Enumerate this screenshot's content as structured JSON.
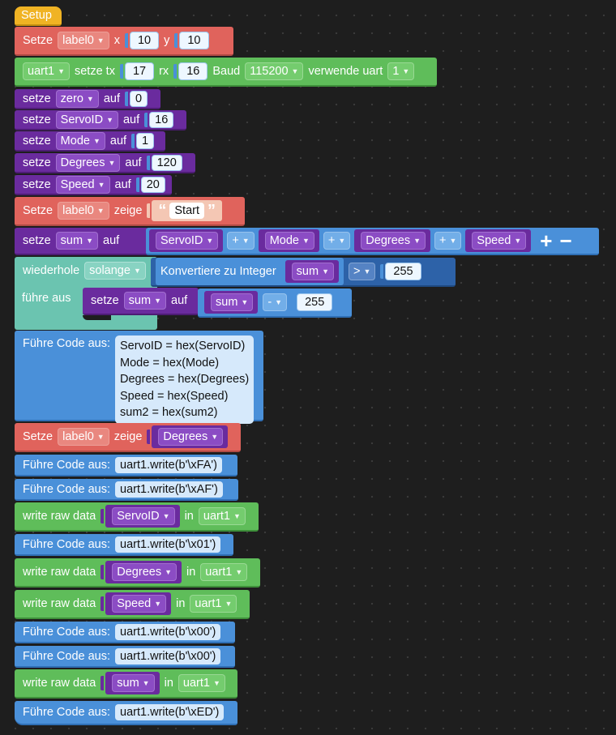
{
  "setup_label": "Setup",
  "b_setze_label": {
    "kw": "Setze",
    "var": "label0",
    "x": "x",
    "xv": "10",
    "y": "y",
    "yv": "10"
  },
  "b_uart": {
    "var": "uart1",
    "setze_tx": "setze tx",
    "tx": "17",
    "rx": "rx",
    "rxv": "16",
    "baud": "Baud",
    "baudv": "115200",
    "verwende": "verwende uart",
    "uartnum": "1"
  },
  "setze_rows": [
    {
      "kw": "setze",
      "var": "zero",
      "auf": "auf",
      "val": "0"
    },
    {
      "kw": "setze",
      "var": "ServoID",
      "auf": "auf",
      "val": "16"
    },
    {
      "kw": "setze",
      "var": "Mode",
      "auf": "auf",
      "val": "1"
    },
    {
      "kw": "setze",
      "var": "Degrees",
      "auf": "auf",
      "val": "120"
    },
    {
      "kw": "setze",
      "var": "Speed",
      "auf": "auf",
      "val": "20"
    }
  ],
  "b_zeige_start": {
    "kw": "Setze",
    "var": "label0",
    "zeige": "zeige",
    "str": "Start",
    "oq": "“",
    "cq": "”"
  },
  "b_sum": {
    "kw": "setze",
    "var": "sum",
    "auf": "auf",
    "a": "ServoID",
    "op1": "+",
    "b": "Mode",
    "op2": "+",
    "c": "Degrees",
    "op3": "+",
    "d": "Speed",
    "plus": "+",
    "minus": "−"
  },
  "b_loop": {
    "wiederhole": "wiederhole",
    "mode": "solange",
    "konv": "Konvertiere zu Integer",
    "var": "sum",
    "cmp": ">",
    "cmpv": "255",
    "fuehre": "führe aus",
    "setze": "setze",
    "svar": "sum",
    "auf": "auf",
    "rvar": "sum",
    "op": "-",
    "opv": "255"
  },
  "b_code1": {
    "kw": "Führe Code aus:",
    "lines": "ServoID = hex(ServoID)\nMode = hex(Mode)\nDegrees = hex(Degrees)\nSpeed = hex(Speed)\nsum2 = hex(sum2)"
  },
  "b_zeige_deg": {
    "kw": "Setze",
    "var": "label0",
    "zeige": "zeige",
    "val": "Degrees"
  },
  "seq": [
    {
      "type": "code",
      "kw": "Führe Code aus:",
      "code": "uart1.write(b'\\xFA')"
    },
    {
      "type": "code",
      "kw": "Führe Code aus:",
      "code": "uart1.write(b'\\xAF')"
    },
    {
      "type": "raw",
      "kw": "write raw data",
      "var": "ServoID",
      "in": "in",
      "uart": "uart1"
    },
    {
      "type": "code",
      "kw": "Führe Code aus:",
      "code": "uart1.write(b'\\x01')"
    },
    {
      "type": "raw",
      "kw": "write raw data",
      "var": "Degrees",
      "in": "in",
      "uart": "uart1"
    },
    {
      "type": "raw",
      "kw": "write raw data",
      "var": "Speed",
      "in": "in",
      "uart": "uart1"
    },
    {
      "type": "code",
      "kw": "Führe Code aus:",
      "code": "uart1.write(b'\\x00')"
    },
    {
      "type": "code",
      "kw": "Führe Code aus:",
      "code": "uart1.write(b'\\x00')"
    },
    {
      "type": "raw",
      "kw": "write raw data",
      "var": "sum",
      "in": "in",
      "uart": "uart1"
    },
    {
      "type": "code",
      "kw": "Führe Code aus:",
      "code": "uart1.write(b'\\xED')"
    }
  ],
  "colors": {
    "red": "#e0635c",
    "green": "#5fbd5a",
    "purple": "#6a2b9e",
    "blue": "#4a90d9",
    "teal": "#6bc4b0",
    "yellow": "#f0b324"
  }
}
